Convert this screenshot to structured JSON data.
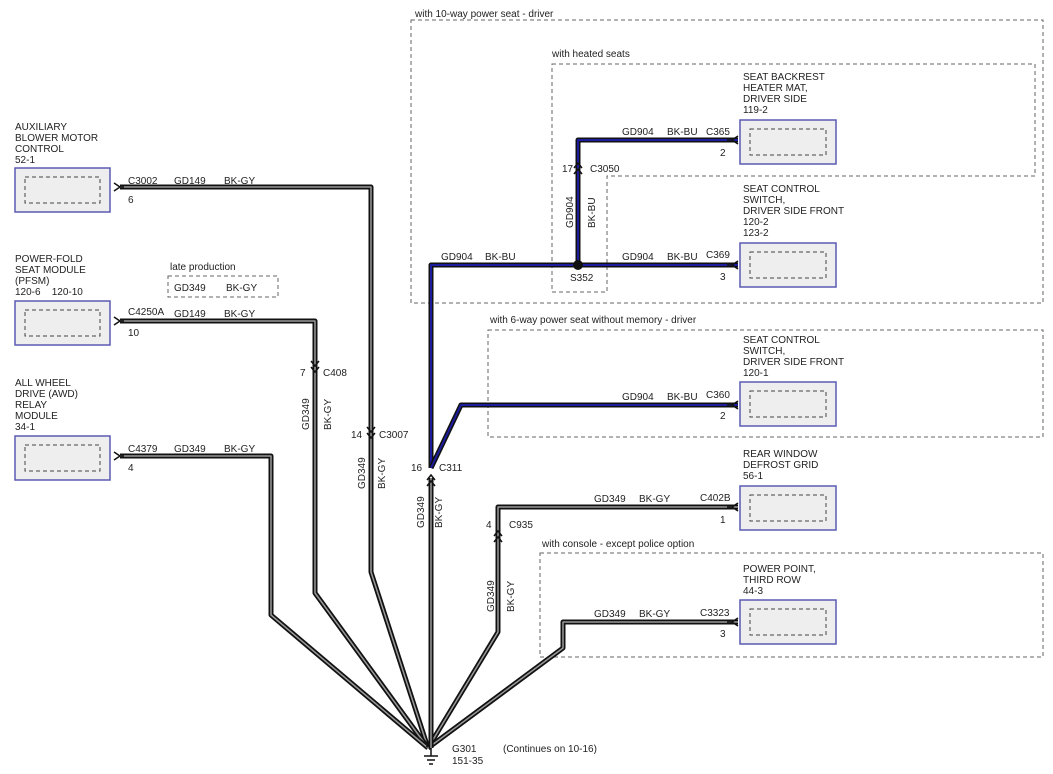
{
  "regions": {
    "ten_way": "with 10-way power seat - driver",
    "heated": "with heated seats",
    "six_way": "with 6-way power seat without memory - driver",
    "console": "with console - except police option",
    "late_production": "late production"
  },
  "components": {
    "aux_blower": {
      "lines": [
        "AUXILIARY",
        "BLOWER MOTOR",
        "CONTROL"
      ],
      "ref": "52-1"
    },
    "pfsm": {
      "lines": [
        "POWER-FOLD",
        "SEAT MODULE",
        "(PFSM)"
      ],
      "ref": "120-6    120-10"
    },
    "awd": {
      "lines": [
        "ALL WHEEL",
        "DRIVE (AWD)",
        "RELAY",
        "MODULE"
      ],
      "ref": "34-1"
    },
    "backrest": {
      "lines": [
        "SEAT BACKREST",
        "HEATER MAT,",
        "DRIVER SIDE"
      ],
      "ref": "119-2"
    },
    "seat_ctrl_10": {
      "lines": [
        "SEAT CONTROL",
        "SWITCH,",
        "DRIVER SIDE FRONT"
      ],
      "ref": "120-2",
      "ref2": "123-2"
    },
    "seat_ctrl_6": {
      "lines": [
        "SEAT CONTROL",
        "SWITCH,",
        "DRIVER SIDE FRONT"
      ],
      "ref": "120-1"
    },
    "rear_defrost": {
      "lines": [
        "REAR WINDOW",
        "DEFROST GRID"
      ],
      "ref": "56-1"
    },
    "power_point": {
      "lines": [
        "POWER POINT,",
        "THIRD ROW"
      ],
      "ref": "44-3"
    }
  },
  "connectors": {
    "c3002": {
      "name": "C3002",
      "pin": "6"
    },
    "c4250a": {
      "name": "C4250A",
      "pin": "10"
    },
    "c4379": {
      "name": "C4379",
      "pin": "4"
    },
    "c365": {
      "name": "C365",
      "pin": "2"
    },
    "c369": {
      "name": "C369",
      "pin": "3"
    },
    "c360": {
      "name": "C360",
      "pin": "2"
    },
    "c402b": {
      "name": "C402B",
      "pin": "1"
    },
    "c3323": {
      "name": "C3323",
      "pin": "3"
    },
    "c3050": {
      "name": "C3050",
      "pin": "17"
    },
    "c408": {
      "name": "C408",
      "pin": "7"
    },
    "c3007": {
      "name": "C3007",
      "pin": "14"
    },
    "c311": {
      "name": "C311",
      "pin": "16"
    },
    "c935": {
      "name": "C935",
      "pin": "4"
    }
  },
  "wires": {
    "gd149": "GD149",
    "gd349": "GD349",
    "gd904": "GD904",
    "bkgy": "BK-GY",
    "bkbu": "BK-BU"
  },
  "splice": {
    "name": "S352"
  },
  "ground": {
    "name": "G301",
    "ref": "151-35",
    "note": "(Continues on 10-16)"
  },
  "colors": {
    "box_border": "#5a5ab4",
    "box_fill": "#eeeeee",
    "bkbu_stripe": "#1c1c9c",
    "bkgy_stripe": "#9a9a9a"
  }
}
